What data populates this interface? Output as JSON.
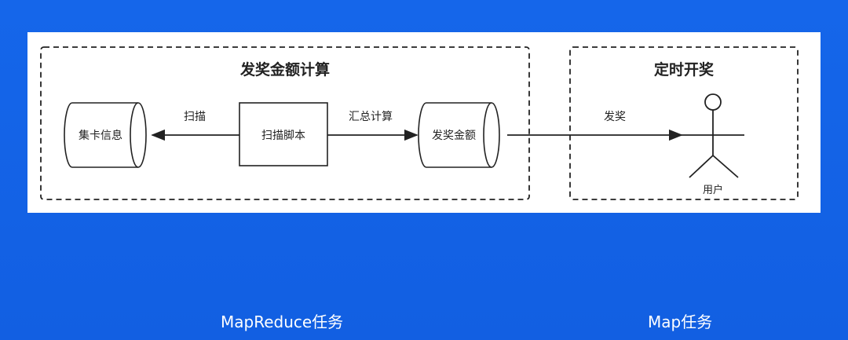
{
  "groups": {
    "left_title": "发奖金额计算",
    "right_title": "定时开奖"
  },
  "nodes": {
    "card_info": "集卡信息",
    "scan_script": "扫描脚本",
    "award_amount": "发奖金额",
    "user": "用户"
  },
  "edges": {
    "scan": "扫描",
    "aggregate": "汇总计算",
    "award": "发奖"
  },
  "captions": {
    "left": "MapReduce任务",
    "right": "Map任务"
  },
  "colors": {
    "background": "#1463e6",
    "panel": "#ffffff",
    "stroke": "#222222"
  }
}
